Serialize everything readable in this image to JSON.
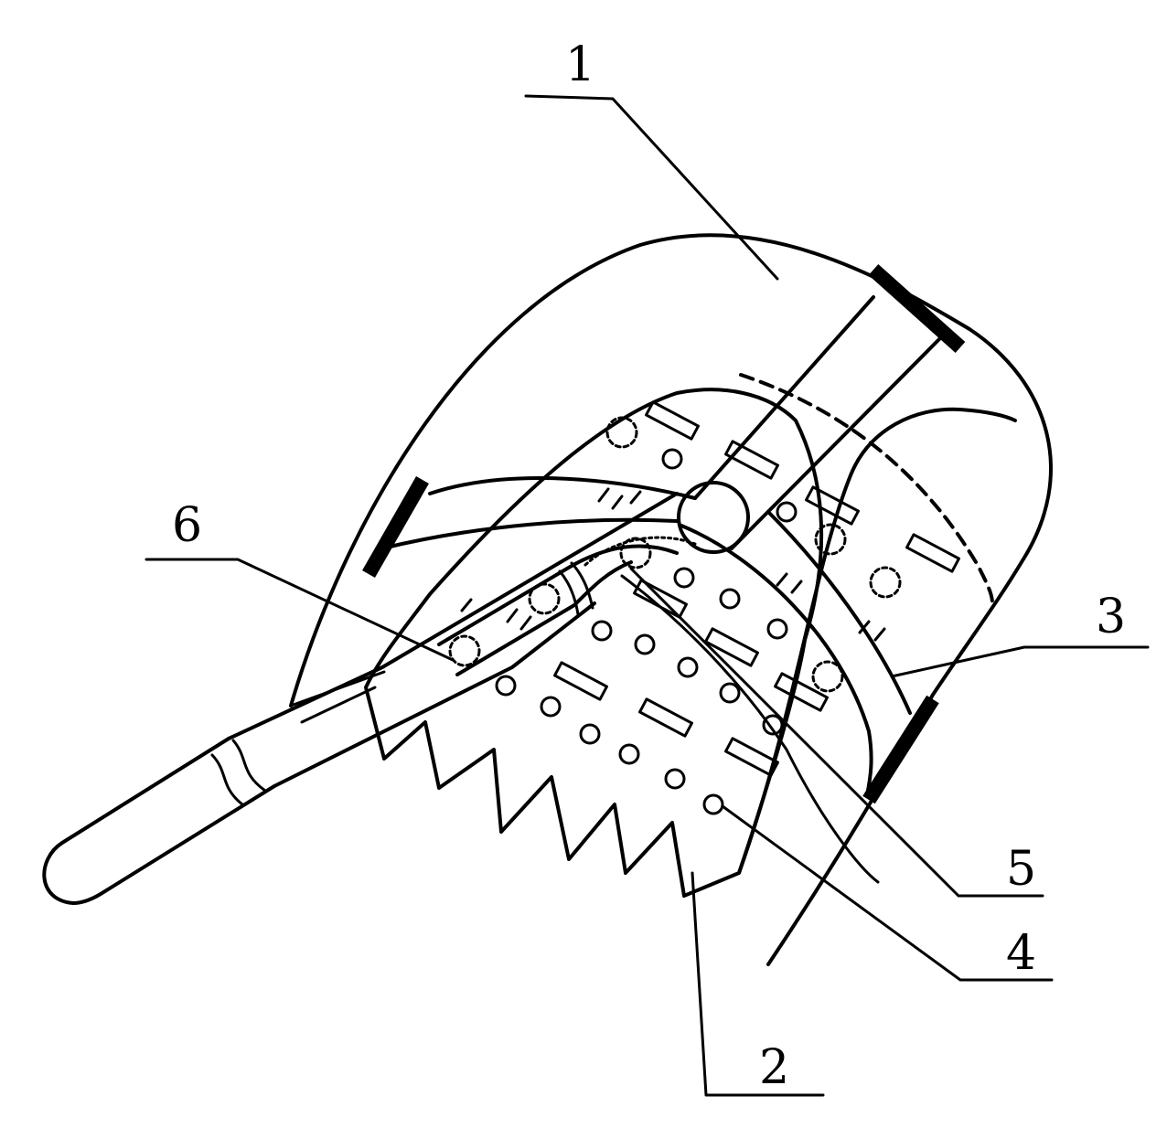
{
  "labels": {
    "l1": "1",
    "l2": "2",
    "l3": "3",
    "l4": "4",
    "l5": "5",
    "l6": "6"
  },
  "colors": {
    "ink": "#000000",
    "background": "#ffffff"
  }
}
